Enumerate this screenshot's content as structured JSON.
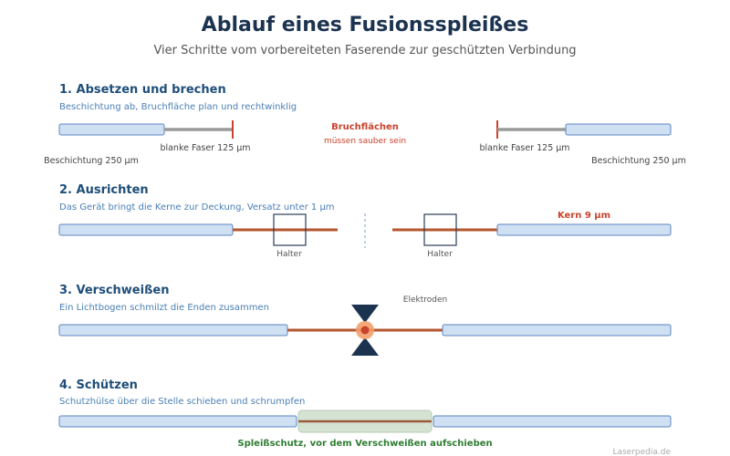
{
  "title": "Ablauf eines Fusionsspleißes",
  "subtitle": "Vier Schritte vom vorbereiteten Faserende zur geschützten Verbindung",
  "colors": {
    "coating_fill": "#cfe0f3",
    "coating_stroke": "#5b86c0",
    "bare_fiber": "#9a9a9a",
    "core": "#b5562f",
    "cleave_mark": "#c9432c",
    "dark_navy": "#1c3350",
    "arc_glow": "#f2a06a",
    "sleeve": "#d5e3d2"
  },
  "step1": {
    "heading": "1. Absetzen und brechen",
    "description": "Beschichtung ab, Bruchfläche plan und rechtwinklig",
    "label_bare_left": "blanke Faser 125 µm",
    "label_bare_right": "blanke Faser 125 µm",
    "label_coating_left": "Beschichtung 250 µm",
    "label_coating_right": "Beschichtung 250 µm",
    "note_title": "Bruchflächen",
    "note_text": "müssen sauber sein"
  },
  "step2": {
    "heading": "2. Ausrichten",
    "description": "Das Gerät bringt die Kerne zur Deckung, Versatz unter 1 µm",
    "holder_left": "Halter",
    "holder_right": "Halter",
    "core_label": "Kern 9 µm"
  },
  "step3": {
    "heading": "3. Verschweißen",
    "description": "Ein Lichtbogen schmilzt die Enden zusammen",
    "electrodes_label": "Elektroden"
  },
  "step4": {
    "heading": "4. Schützen",
    "description": "Schutzhülse über die Stelle schieben und schrumpfen",
    "sleeve_label": "Spleißschutz, vor dem Verschweißen aufschieben"
  },
  "credit": "Laserpedia.de"
}
